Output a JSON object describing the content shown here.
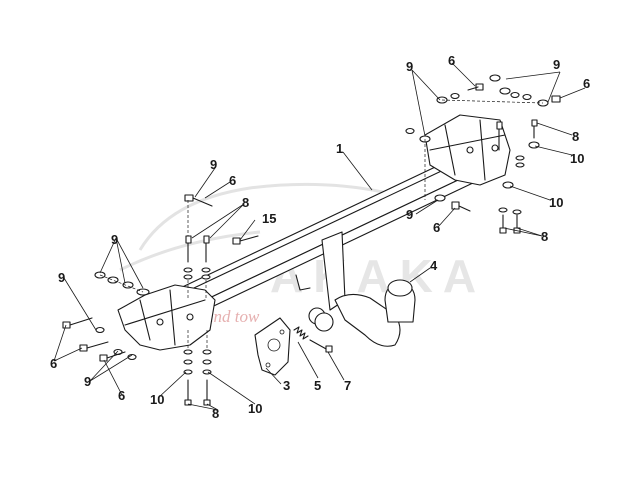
{
  "watermark": {
    "brand": "AKAKA",
    "tagline": "and tow"
  },
  "callouts": {
    "c1": "1",
    "c3": "3",
    "c4": "4",
    "c5": "5",
    "c6": "6",
    "c7": "7",
    "c8": "8",
    "c9": "9",
    "c10": "10",
    "c15": "15"
  }
}
